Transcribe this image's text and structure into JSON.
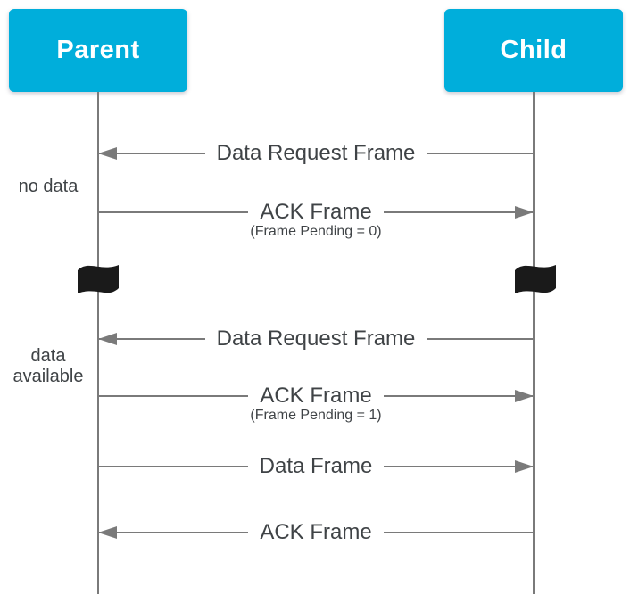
{
  "colors": {
    "accent": "#00aedb",
    "line": "#7a7a7a",
    "text": "#3f4346",
    "flag": "#1a1a1a",
    "background": "#ffffff"
  },
  "actors": [
    {
      "label": "Parent"
    },
    {
      "label": "Child"
    }
  ],
  "side_notes": [
    {
      "text": "no data"
    },
    {
      "text": "data\navailable"
    }
  ],
  "messages": [
    {
      "label": "Data Request Frame",
      "direction": "left"
    },
    {
      "label": "ACK Frame",
      "sublabel": "(Frame Pending = 0)",
      "direction": "right"
    },
    {
      "label": "Data Request Frame",
      "direction": "left"
    },
    {
      "label": "ACK Frame",
      "sublabel": "(Frame Pending = 1)",
      "direction": "right"
    },
    {
      "label": "Data Frame",
      "direction": "right"
    },
    {
      "label": "ACK Frame",
      "direction": "left"
    }
  ],
  "icons": [
    {
      "name": "flag-icon",
      "glyph": "⚑"
    },
    {
      "name": "flag-icon",
      "glyph": "⚑"
    }
  ]
}
